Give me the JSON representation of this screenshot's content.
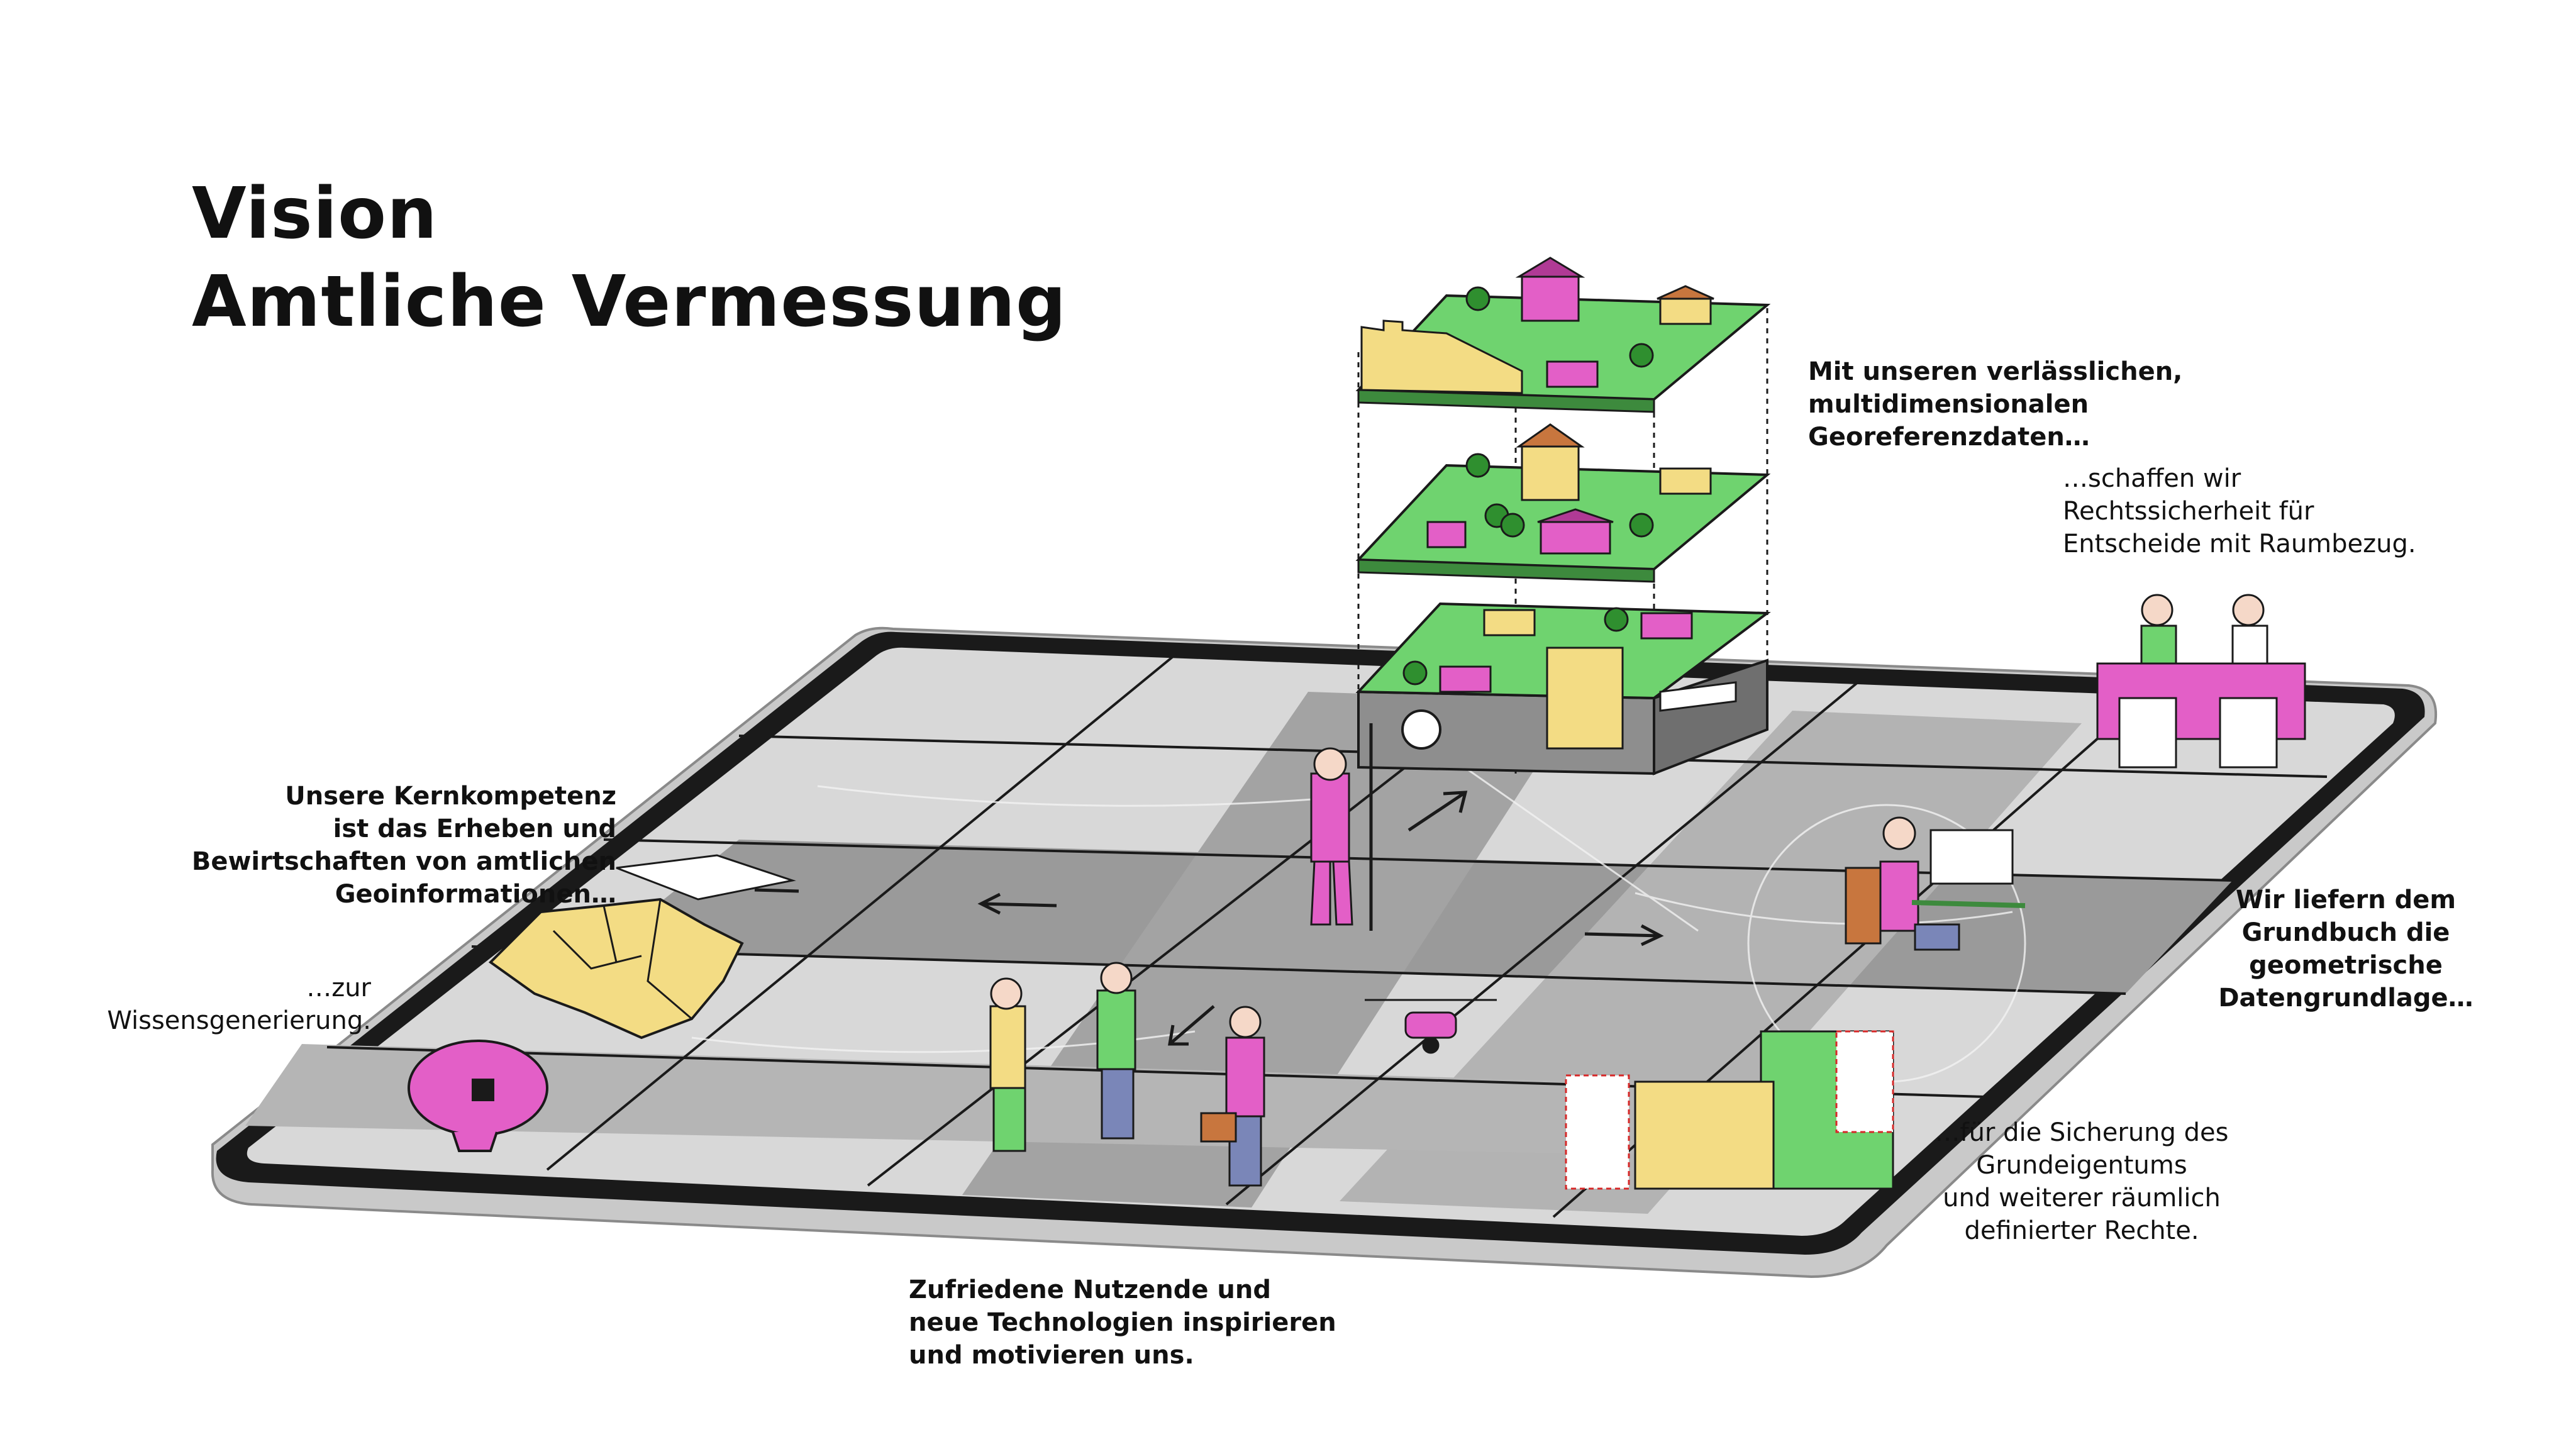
{
  "title": {
    "line1": "Vision",
    "line2": "Amtliche Vermessung"
  },
  "labels": {
    "georef": [
      "Mit unseren verlässlichen,",
      "multidimensionalen",
      "Georeferenzdaten…"
    ],
    "rechtssicherheit": [
      "…schaffen wir",
      "Rechtssicherheit für",
      "Entscheide mit Raumbezug."
    ],
    "kernkompetenz": [
      "Unsere Kernkompetenz",
      "ist das Erheben und",
      "Bewirtschaften von amtlichen",
      "Geoinformationen…"
    ],
    "wissen": [
      "…zur",
      "Wissensgenerierung."
    ],
    "grundbuch": [
      "Wir liefern dem",
      "Grundbuch die",
      "geometrische",
      "Datengrundlage…"
    ],
    "sicherung": [
      "…für die Sicherung des",
      "Grundeigentums",
      "und weiterer räumlich",
      "definierter Rechte."
    ],
    "nutzende": [
      "Zufriedene Nutzende und",
      "neue Technologien inspirieren",
      "und motivieren uns."
    ]
  },
  "colors": {
    "pink": "#e35fc7",
    "green": "#6fd36f",
    "yellow": "#f3dc84",
    "grey_light": "#e6e6e6",
    "grey_dark": "#9a9a9a",
    "frame": "#1a1a1a",
    "frame_silver": "#c9c9c9"
  }
}
